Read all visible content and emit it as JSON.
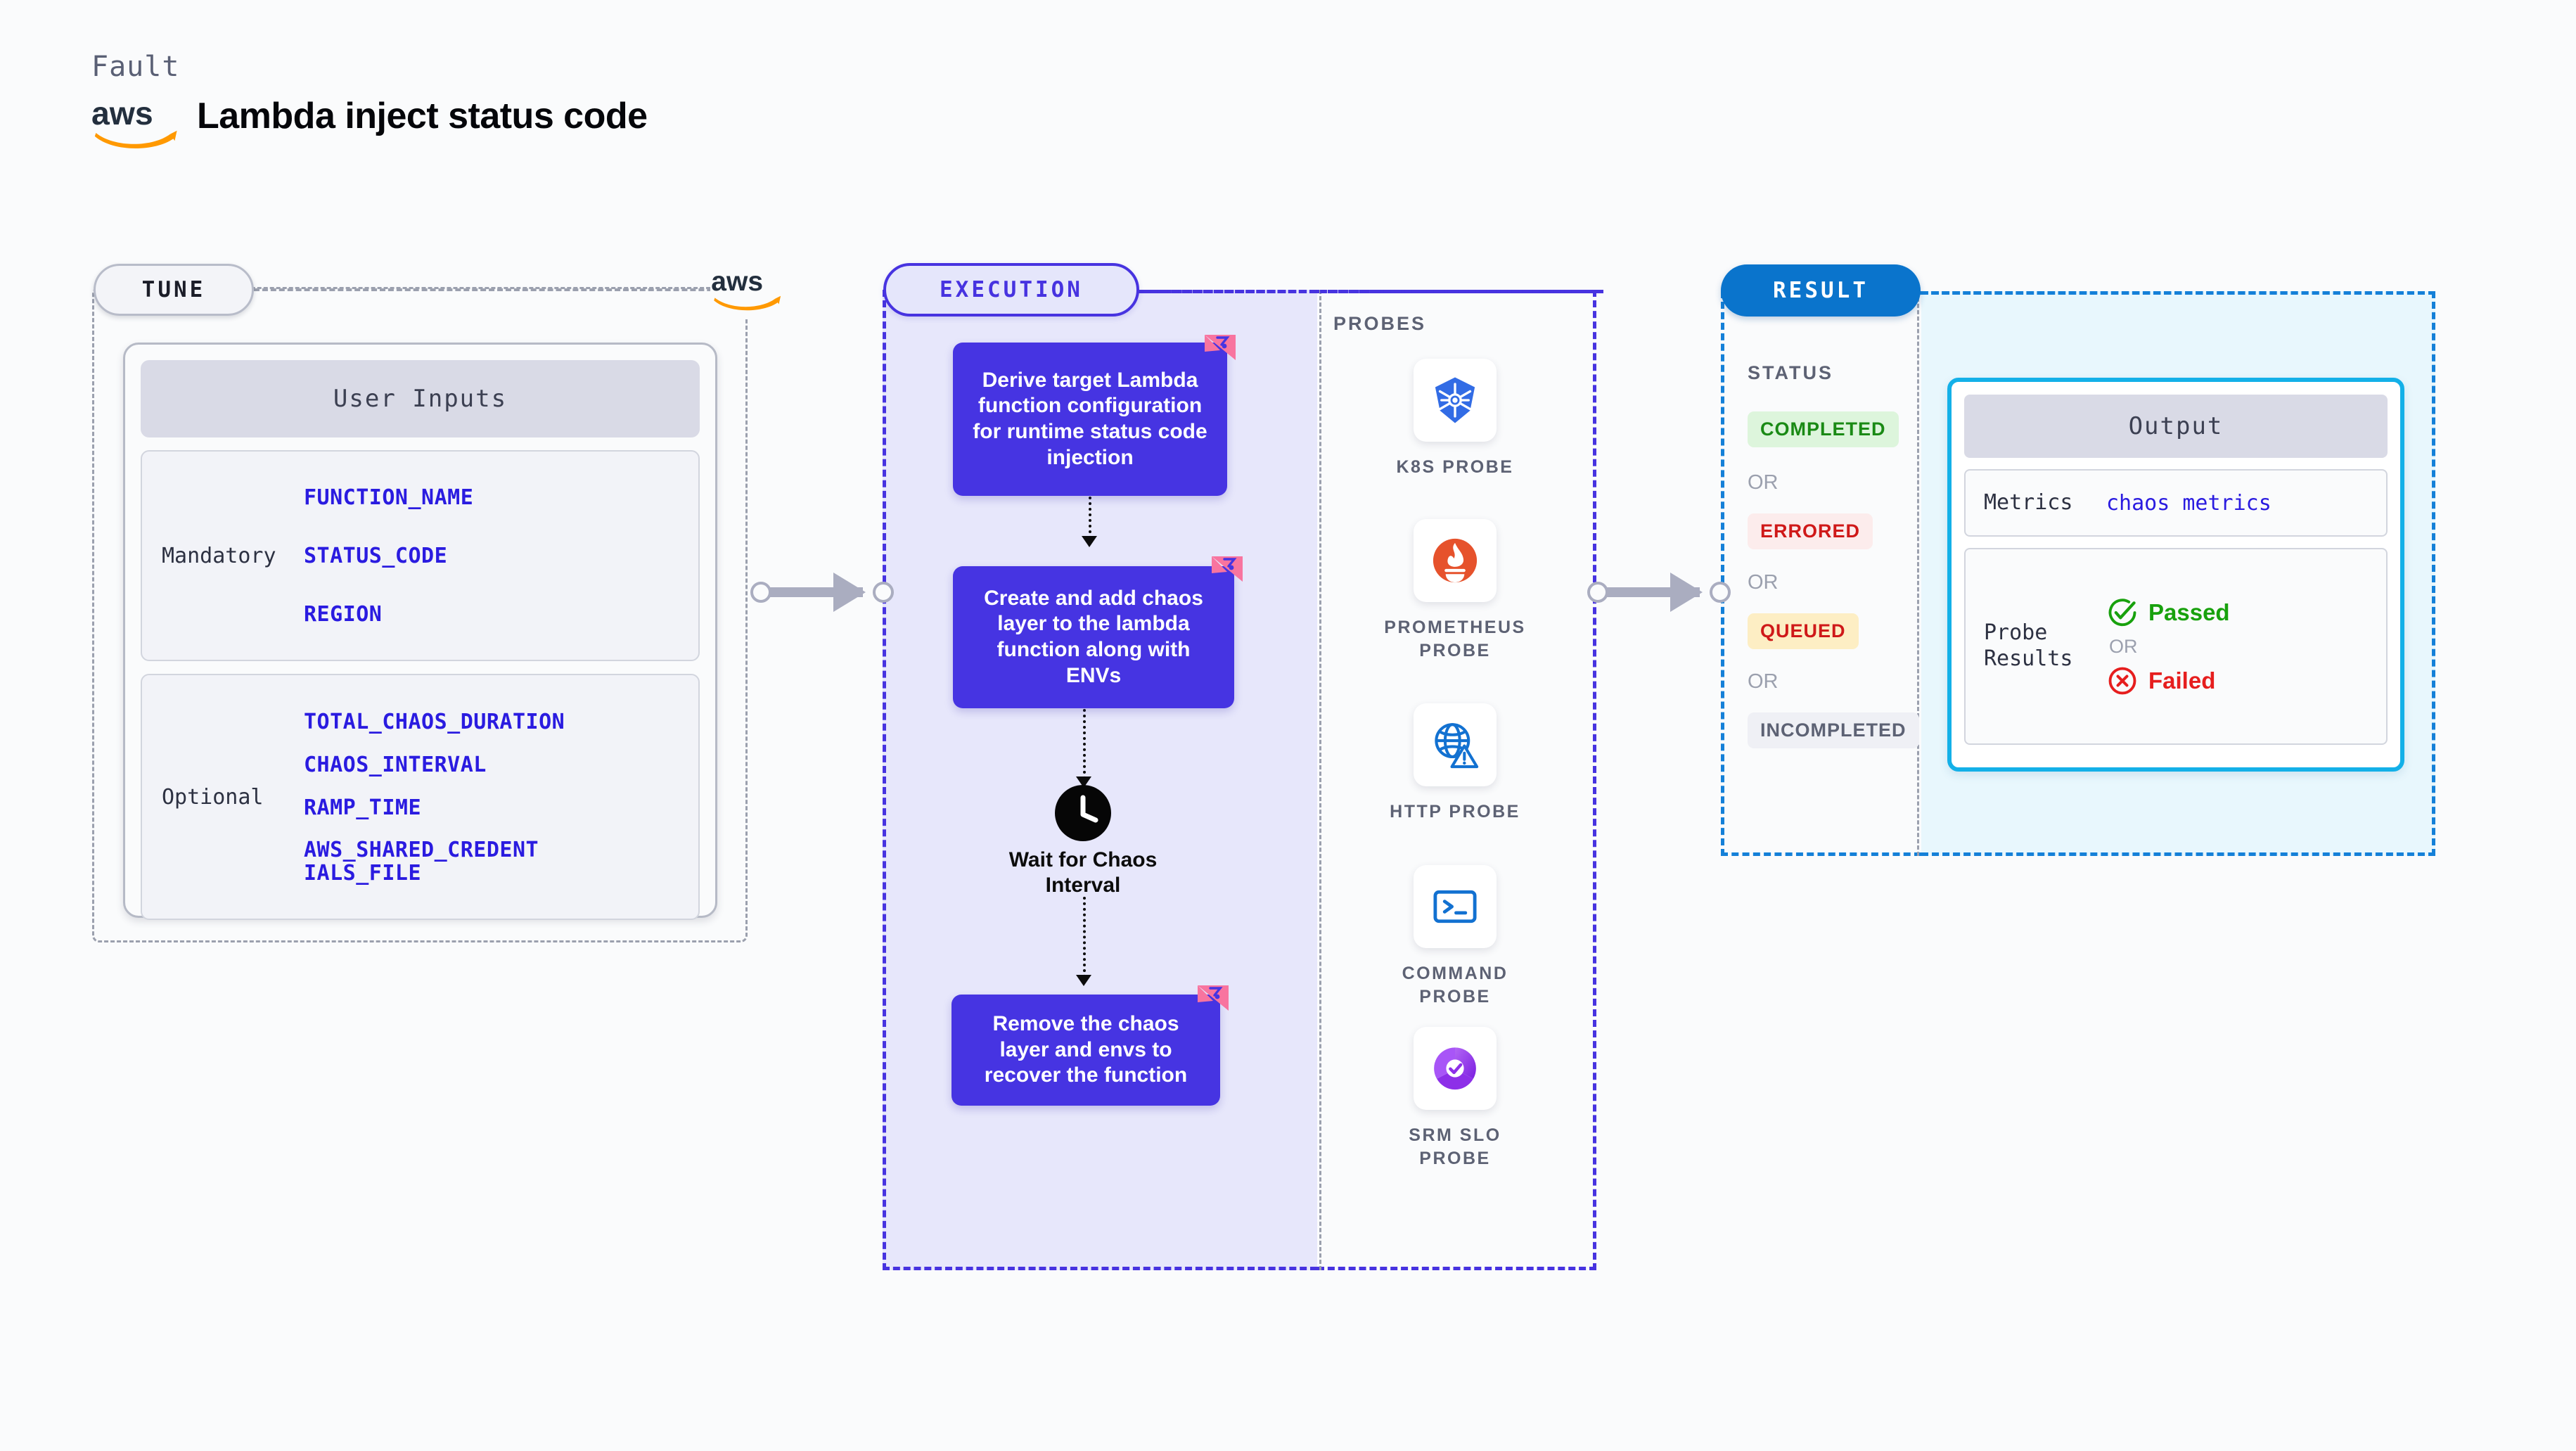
{
  "header": {
    "kicker": "Fault",
    "title": "Lambda inject status code",
    "logo_icon": "aws-logo"
  },
  "tune": {
    "tag": "TUNE",
    "logo_icon": "aws-logo",
    "card_title": "User Inputs",
    "groups": [
      {
        "label": "Mandatory",
        "vars": [
          "FUNCTION_NAME",
          "STATUS_CODE",
          "REGION"
        ]
      },
      {
        "label": "Optional",
        "vars": [
          "TOTAL_CHAOS_DURATION",
          "CHAOS_INTERVAL",
          "RAMP_TIME",
          "AWS_SHARED_CREDENTIALS_FILE"
        ]
      }
    ]
  },
  "execution": {
    "tag": "EXECUTION",
    "steps": [
      {
        "text": "Derive target Lambda function configuration for runtime status code injection",
        "badge_icon": "litmus-icon"
      },
      {
        "text": "Create and add chaos layer to the lambda function along with ENVs",
        "badge_icon": "litmus-icon"
      }
    ],
    "wait": {
      "icon": "clock-icon",
      "label": "Wait for Chaos Interval"
    },
    "final_step": {
      "text": "Remove the chaos layer and envs to recover the function",
      "badge_icon": "litmus-icon"
    }
  },
  "probes": {
    "title": "PROBES",
    "items": [
      {
        "label": "K8S PROBE",
        "icon": "kubernetes-icon"
      },
      {
        "label": "PROMETHEUS PROBE",
        "icon": "prometheus-icon"
      },
      {
        "label": "HTTP PROBE",
        "icon": "http-globe-warning-icon"
      },
      {
        "label": "COMMAND PROBE",
        "icon": "terminal-icon"
      },
      {
        "label": "SRM SLO PROBE",
        "icon": "srm-slo-icon"
      }
    ]
  },
  "result": {
    "tag": "RESULT",
    "status_title": "STATUS",
    "or_label": "OR",
    "statuses": [
      {
        "label": "COMPLETED",
        "bg": "#ddf5dc",
        "color": "#1a8a15"
      },
      {
        "label": "ERRORED",
        "bg": "#fcecec",
        "color": "#cf1919"
      },
      {
        "label": "QUEUED",
        "bg": "#fdeec4",
        "color": "#cf1919"
      },
      {
        "label": "INCOMPLETED",
        "bg": "#eff0f5",
        "color": "#5d6274"
      }
    ]
  },
  "output": {
    "card_title": "Output",
    "metrics_label": "Metrics",
    "metrics_value": "chaos metrics",
    "probe_results_label": "Probe Results",
    "passed_label": "Passed",
    "failed_label": "Failed",
    "or_label": "OR",
    "passed_icon": "check-circle-icon",
    "failed_icon": "x-circle-icon"
  },
  "colors": {
    "accent_purple": "#4634e2",
    "accent_blue": "#1480d8",
    "accent_cyan": "#13b0e8",
    "aws_orange": "#ff9900",
    "litmus_pink": "#f8749f",
    "var_blue": "#2a1be0"
  }
}
